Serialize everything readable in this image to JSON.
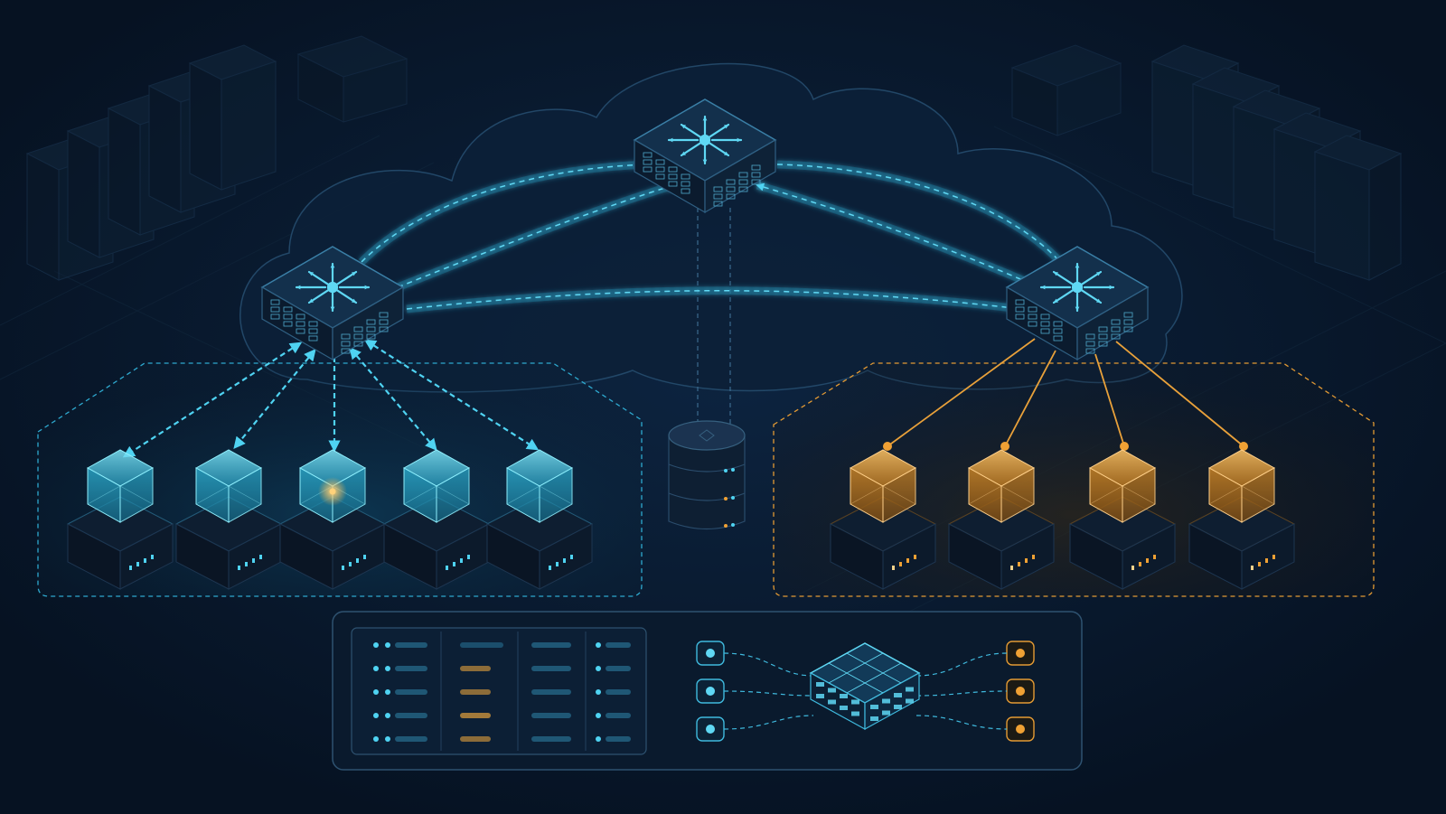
{
  "colors": {
    "background": "#071426",
    "cloud_fill": "#0c2038",
    "cloud_stroke": "#244a6b",
    "cyan": "#38c8ea",
    "orange": "#f0a134",
    "node_dark": "#0a1a2c",
    "rack": "#0f2236"
  },
  "icons": {
    "core_switch": "router-icon",
    "edge_switch_left": "router-icon",
    "edge_switch_right": "router-icon",
    "database": "database-icon",
    "node": "server-node-icon",
    "hub": "network-switch-icon"
  },
  "clusters": {
    "left": {
      "node_count": 5,
      "highlighted_node": 3,
      "link_style": "dashed-bidirectional"
    },
    "right": {
      "node_count": 4,
      "link_style": "solid"
    }
  },
  "legend_panel": {
    "table_rows": 5,
    "table_columns": 4,
    "orange_rows": [
      2,
      3,
      4,
      5
    ],
    "left_ports": 3,
    "right_ports": 3
  }
}
